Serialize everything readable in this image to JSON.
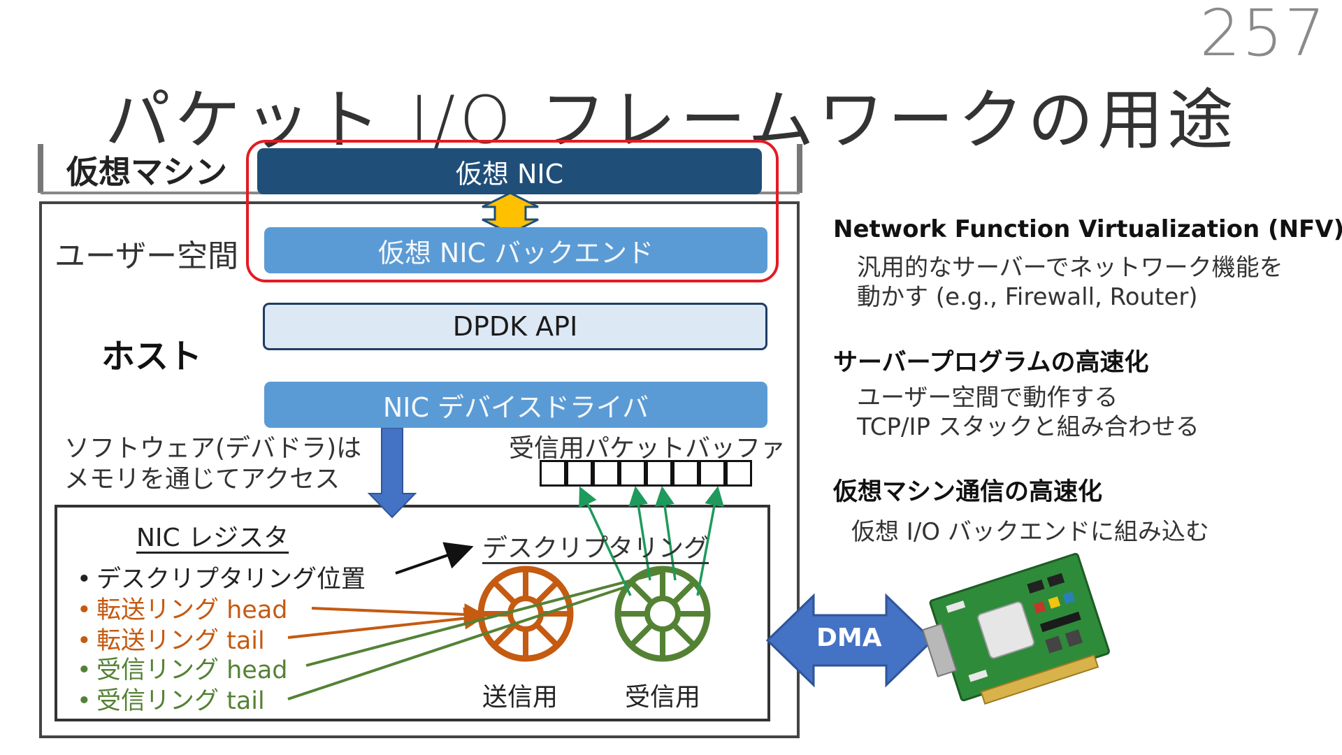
{
  "page_number": "257",
  "title": "パケット I/O フレームワークの用途",
  "labels": {
    "vm": "仮想マシン",
    "user_space": "ユーザー空間",
    "host": "ホスト"
  },
  "bars": {
    "virtual_nic": "仮想 NIC",
    "virtual_nic_backend": "仮想 NIC バックエンド",
    "dpdk_api": "DPDK API",
    "nic_driver": "NIC デバイスドライバ"
  },
  "software_note": "ソフトウェア(デバドラ)は\nメモリを通じてアクセス",
  "rx_buffer_label": "受信用パケットバッファ",
  "nic_register": {
    "title": "NIC レジスタ",
    "items": [
      {
        "text": "デスクリプタリング位置",
        "color": "#222222"
      },
      {
        "text": "転送リング head",
        "color": "#c55a11"
      },
      {
        "text": "転送リング tail",
        "color": "#c55a11"
      },
      {
        "text": "受信リング head",
        "color": "#548235"
      },
      {
        "text": "受信リング tail",
        "color": "#548235"
      }
    ]
  },
  "descriptor_ring_label": "デスクリプタリング",
  "rings": {
    "tx": "送信用",
    "rx": "受信用"
  },
  "dma_label": "DMA",
  "colors": {
    "dark_blue": "#1f4e79",
    "mid_blue": "#5b9bd5",
    "orange": "#c55a11",
    "green": "#548235",
    "red_frame": "#e31b23",
    "yellow_arrow": "#ffc000",
    "dma_blue": "#4472c4"
  },
  "side_sections": [
    {
      "heading": "Network Function Virtualization (NFV)",
      "body": "汎用的なサーバーでネットワーク機能を\n動かす (e.g., Firewall, Router)"
    },
    {
      "heading": "サーバープログラムの高速化",
      "body": "ユーザー空間で動作する\nTCP/IP スタックと組み合わせる"
    },
    {
      "heading": "仮想マシン通信の高速化",
      "body": "仮想 I/O バックエンドに組み込む"
    }
  ],
  "icons": [
    "network-card-icon",
    "tx-ring-wheel-icon",
    "rx-ring-wheel-icon",
    "dma-double-arrow-icon"
  ]
}
